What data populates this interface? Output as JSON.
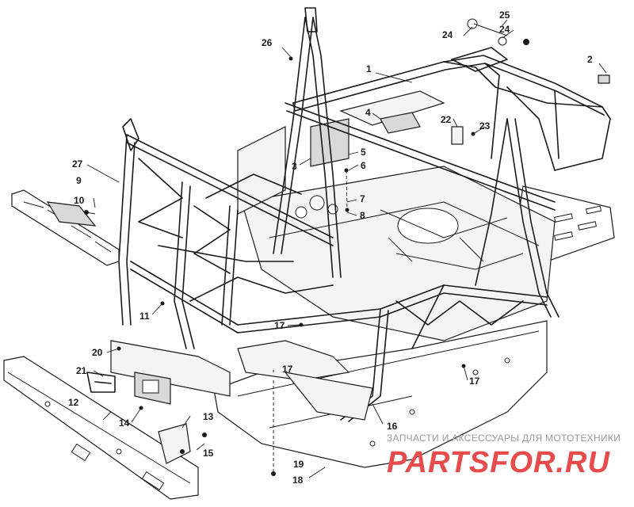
{
  "callouts": [
    {
      "label": "1"
    },
    {
      "label": "2"
    },
    {
      "label": "3"
    },
    {
      "label": "4"
    },
    {
      "label": "5"
    },
    {
      "label": "6"
    },
    {
      "label": "7"
    },
    {
      "label": "8"
    },
    {
      "label": "9"
    },
    {
      "label": "10"
    },
    {
      "label": "11"
    },
    {
      "label": "12"
    },
    {
      "label": "13"
    },
    {
      "label": "14"
    },
    {
      "label": "15"
    },
    {
      "label": "16"
    },
    {
      "label": "17"
    },
    {
      "label": "17"
    },
    {
      "label": "17"
    },
    {
      "label": "18"
    },
    {
      "label": "19"
    },
    {
      "label": "20"
    },
    {
      "label": "21"
    },
    {
      "label": "22"
    },
    {
      "label": "23"
    },
    {
      "label": "24"
    },
    {
      "label": "24"
    },
    {
      "label": "25"
    },
    {
      "label": "26"
    },
    {
      "label": "27"
    }
  ],
  "watermark": {
    "tagline": "ЗАПЧАСТИ И АКСЕССУАРЫ ДЛЯ МОТОТЕХНИКИ",
    "brand": "PARTSFOR.RU",
    "brand_color": "#e84b4b"
  }
}
